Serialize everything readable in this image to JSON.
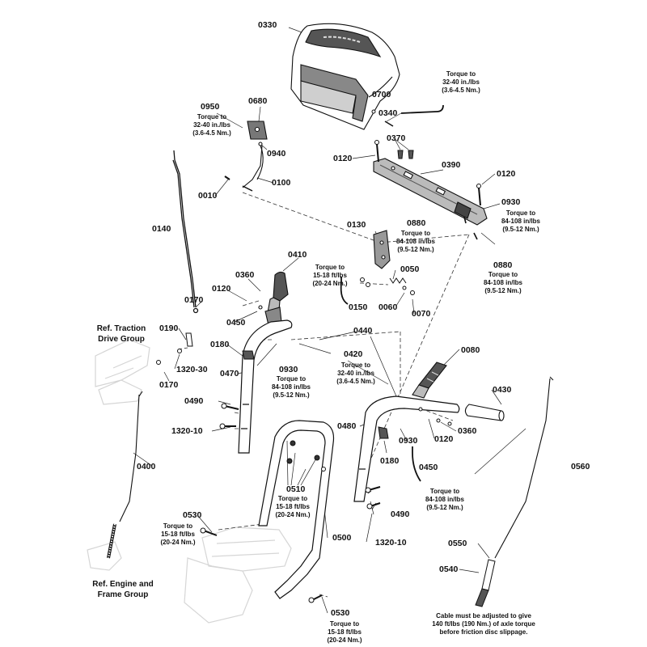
{
  "part_numbers": {
    "p0330": "0330",
    "p0700": "0700",
    "p0340": "0340",
    "p0950": "0950",
    "p0680": "0680",
    "p0940": "0940",
    "p0370": "0370",
    "p0120_a": "0120",
    "p0390": "0390",
    "p0120_b": "0120",
    "p0010": "0010",
    "p0100": "0100",
    "p0930_a": "0930",
    "p0880_a": "0880",
    "p0130": "0130",
    "p0140": "0140",
    "p0880_b": "0880",
    "p0410": "0410",
    "p0360_a": "0360",
    "p0050": "0050",
    "p0120_c": "0120",
    "p0150": "0150",
    "p0060": "0060",
    "p0170_a": "0170",
    "p0450_a": "0450",
    "p0070": "0070",
    "p0190": "0190",
    "p0440": "0440",
    "p0180_a": "0180",
    "p0080": "0080",
    "p0420": "0420",
    "p1320_30": "1320-30",
    "p0930_b": "0930",
    "p0170_b": "0170",
    "p0470": "0470",
    "p0430": "0430",
    "p0490_a": "0490",
    "p0120_d": "0120",
    "p0360_b": "0360",
    "p0480": "0480",
    "p1320_10_a": "1320-10",
    "p0930_c": "0930",
    "p0180_b": "0180",
    "p0450_b": "0450",
    "p0560": "0560",
    "p0400": "0400",
    "p0510": "0510",
    "p0490_b": "0490",
    "p0530_a": "0530",
    "p0500": "0500",
    "p1320_10_b": "1320-10",
    "p0550": "0550",
    "p0540": "0540",
    "p0530_b": "0530"
  },
  "torque_notes": {
    "t0340": [
      "Torque to",
      "32-40 in./lbs",
      "(3.6-4.5 Nm.)"
    ],
    "t0950": [
      "Torque to",
      "32-40 in./lbs",
      "(3.6-4.5 Nm.)"
    ],
    "t0930_a": [
      "Torque to",
      "84-108 in/lbs",
      "(9.5-12 Nm.)"
    ],
    "t0880_a": [
      "Torque to",
      "84-108 in/lbs",
      "(9.5-12 Nm.)"
    ],
    "t0880_b": [
      "Torque to",
      "84-108 in/lbs",
      "(9.5-12 Nm.)"
    ],
    "t0150": [
      "Torque to",
      "15-18 ft/lbs",
      "(20-24 Nm.)"
    ],
    "t0420": [
      "Torque to",
      "32-40 in./lbs",
      "(3.6-4.5 Nm.)"
    ],
    "t0930_b": [
      "Torque to",
      "84-108 in/lbs",
      "(9.5-12 Nm.)"
    ],
    "t0930_c": [
      "Torque to",
      "84-108 in/lbs",
      "(9.5-12 Nm.)"
    ],
    "t0510": [
      "Torque to",
      "15-18 ft/lbs",
      "(20-24 Nm.)"
    ],
    "t0530_a": [
      "Torque to",
      "15-18 ft/lbs",
      "(20-24 Nm.)"
    ],
    "t0530_b": [
      "Torque to",
      "15-18 ft/lbs",
      "(20-24 Nm.)"
    ]
  },
  "references": {
    "traction": [
      "Ref. Traction",
      "Drive Group"
    ],
    "engine": [
      "Ref. Engine and",
      "Frame Group"
    ]
  },
  "cable_note": [
    "Cable must be adjusted to give",
    "140 ft/lbs (190 Nm.) of axle torque",
    "before friction disc slippage."
  ]
}
